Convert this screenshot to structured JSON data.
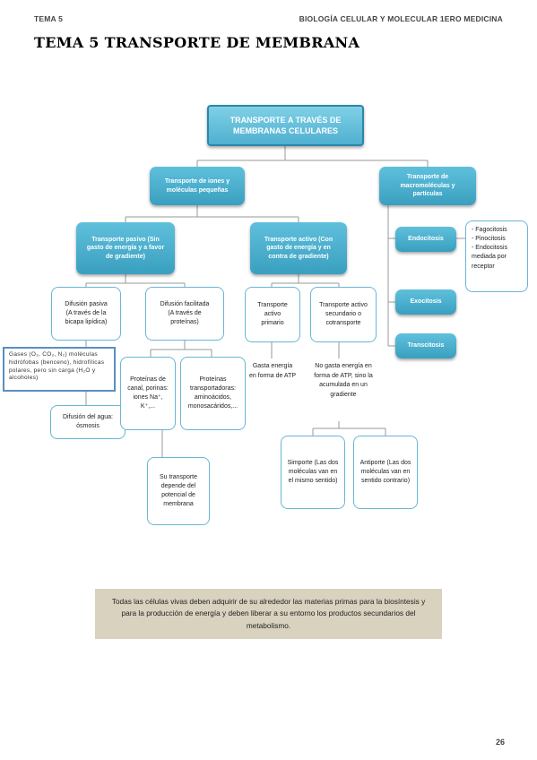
{
  "header": {
    "left": "TEMA 5",
    "right": "BIOLOGÍA CELULAR Y MOLECULAR 1ERO MEDICINA",
    "title": "TEMA 5 TRANSPORTE DE MEMBRANA"
  },
  "diagram": {
    "root": "TRANSPORTE A TRAVÉS DE MEMBRANAS CELULARES",
    "iones": "Transporte de iones y moléculas pequeñas",
    "macro": "Transporte de macromoléculas y partículas",
    "pasivo": "Transporte pasivo (Sin gasto de energía y a favor de gradiente)",
    "activo": "Transporte activo (Con gasto de energía y en contra de gradiente)",
    "endocitosis": "Endocitosis",
    "exocitosis": "Exocitosis",
    "transcitosis": "Transcitosis",
    "endo_types": [
      "- Fagocitosis",
      "- Pinocitosis",
      "- Endocitosis mediada por receptor"
    ],
    "difusion_pasiva": "Difusión pasiva (A través de la bicapa lipídica)",
    "difusion_facilitada": "Difusión facilitada (A través de proteínas)",
    "activo_primario": "Transporte activo primario",
    "activo_secundario": "Transporte activo secundario o cotransporte",
    "gases": "Gases (O₂, CO₂, N₂) moléculas hidrófobas (benceno), hidrofílicas polares, pero sin carga (H₂O y alcoholes)",
    "difusion_agua": "Difusión del agua: ósmosis",
    "proteinas_canal": "Proteínas de canal, porinas: iones Na⁺, K⁺,...",
    "proteinas_transportadoras": "Proteínas transportadoras: aminoácidos, monosacáridos,...",
    "potencial": "Su transporte depende del potencial de membrana",
    "gasta_atp": "Gasta energía en forma de ATP",
    "no_gasta_atp": "No gasta energía en forma de ATP, sino la acumulada en un gradiente",
    "simporte": "Simporte (Las dos moléculas van en el mismo sentido)",
    "antiporte": "Antiporte (Las dos moléculas van en sentido contrario)"
  },
  "note": "Todas las células vivas deben adquirir de su alrededor las materias primas para la biosíntesis y para la producción de energía y deben liberar a su entorno los productos secundarios del metabolismo.",
  "page_number": "26"
}
